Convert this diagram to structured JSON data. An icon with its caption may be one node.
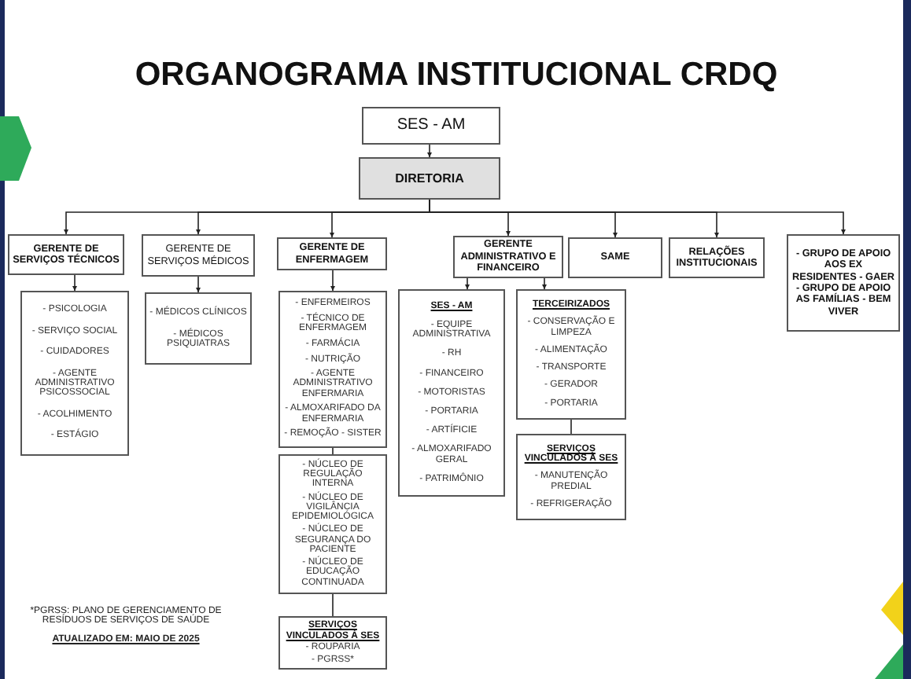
{
  "diagram": {
    "title": "ORGANOGRAMA INSTITUCIONAL CRDQ",
    "nodes": [
      {
        "text": [
          "SES - AM"
        ]
      },
      {
        "text": [
          "DIRETORIA"
        ]
      },
      {
        "text": [
          "GERENTE DE SERVIÇOS TÉCNICOS"
        ]
      },
      {
        "text": [
          "- PSICOLOGIA",
          "- SERVIÇO SOCIAL",
          "- CUIDADORES",
          "- AGENTE ADMINISTRATIVO PSICOSSOCIAL",
          "- ACOLHIMENTO",
          "- ESTÁGIO"
        ]
      },
      {
        "text": [
          "GERENTE DE SERVIÇOS MÉDICOS"
        ]
      },
      {
        "text": [
          "- MÉDICOS CLÍNICOS",
          "- MÉDICOS PSIQUIATRAS"
        ]
      },
      {
        "text": [
          "GERENTE DE ENFERMAGEM"
        ]
      },
      {
        "text": [
          "- ENFERMEIROS",
          "- TÉCNICO DE ENFERMAGEM",
          "- FARMÁCIA",
          "- NUTRIÇÃO",
          "- AGENTE ADMINISTRATIVO ENFERMARIA",
          "- ALMOXARIFADO DA ENFERMARIA",
          "- REMOÇÃO - SISTER"
        ]
      },
      {
        "text": [
          "- NÚCLEO DE REGULAÇÃO INTERNA",
          "- NÚCLEO DE VIGILÂNCIA EPIDEMIOLÓGICA",
          "- NÚCLEO DE SEGURANÇA DO PACIENTE",
          "- NÚCLEO DE EDUCAÇÃO CONTINUADA"
        ]
      },
      {
        "text": [
          "SERVIÇOS VINCULADOS À SES",
          "- ROUPARIA",
          "- PGRSS*"
        ]
      },
      {
        "text": [
          "GERENTE ADMINISTRATIVO E FINANCEIRO"
        ]
      },
      {
        "text": [
          "SES - AM",
          "- EQUIPE ADMINISTRATIVA",
          "- RH",
          "- FINANCEIRO",
          "- MOTORISTAS",
          "- PORTARIA",
          "- ARTÍFICIE",
          "- ALMOXARIFADO GERAL",
          "- PATRIMÔNIO"
        ]
      },
      {
        "text": [
          "TERCEIRIZADOS",
          "- CONSERVAÇÃO E LIMPEZA",
          "- ALIMENTAÇÃO",
          "- TRANSPORTE",
          "- GERADOR",
          "- PORTARIA"
        ]
      },
      {
        "text": [
          "SERVIÇOS VINCULADOS À SES",
          "- MANUTENÇÃO PREDIAL",
          "- REFRIGERAÇÃO"
        ]
      },
      {
        "text": [
          "SAME"
        ]
      },
      {
        "text": [
          "RELAÇÕES INSTITUCIONAIS"
        ]
      },
      {
        "text": [
          "- GRUPO DE APOIO AOS EX RESIDENTES - GAER",
          "- GRUPO DE APOIO AS FAMÍLIAS - BEM VIVER"
        ]
      }
    ],
    "edges": [
      {
        "from": 0,
        "to": 1,
        "arrow": "to"
      },
      {
        "from": 1,
        "to": 2,
        "arrow": "to"
      },
      {
        "from": 1,
        "to": 4,
        "arrow": "to"
      },
      {
        "from": 1,
        "to": 6,
        "arrow": "to"
      },
      {
        "from": 1,
        "to": 10,
        "arrow": "to"
      },
      {
        "from": 1,
        "to": 14,
        "arrow": "to"
      },
      {
        "from": 1,
        "to": 15,
        "arrow": "to"
      },
      {
        "from": 1,
        "to": 16,
        "arrow": "to"
      },
      {
        "from": 2,
        "to": 3,
        "arrow": "to"
      },
      {
        "from": 4,
        "to": 5,
        "arrow": "to"
      },
      {
        "from": 6,
        "to": 7,
        "arrow": "to"
      },
      {
        "from": 7,
        "to": 8,
        "arrow": "none"
      },
      {
        "from": 8,
        "to": 9,
        "arrow": "none"
      },
      {
        "from": 10,
        "to": 11,
        "arrow": "to"
      },
      {
        "from": 10,
        "to": 12,
        "arrow": "to"
      },
      {
        "from": 12,
        "to": 13,
        "arrow": "none"
      }
    ],
    "labels": [
      "*PGRSS: PLANO DE GERENCIAMENTO DE RESÍDUOS DE SERVIÇOS DE SAÚDE",
      "ATUALIZADO EM: MAIO DE 2025"
    ]
  }
}
